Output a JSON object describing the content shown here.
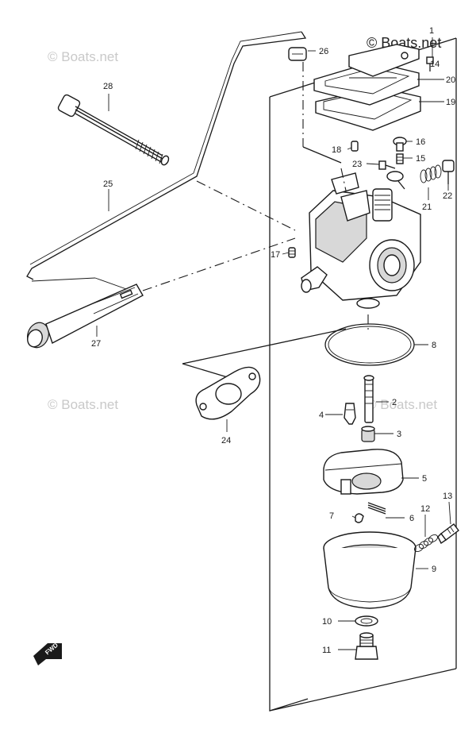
{
  "watermarks": {
    "top_right": "© Boats.net",
    "top_left": "© Boats.net",
    "mid_left": "© Boats.net",
    "mid_right": "© Boats.net"
  },
  "fwd_label": "FWD",
  "callouts": {
    "c1": "1",
    "c2": "2",
    "c3": "3",
    "c4": "4",
    "c5": "5",
    "c6": "6",
    "c7": "7",
    "c8": "8",
    "c9": "9",
    "c10": "10",
    "c11": "11",
    "c12": "12",
    "c13": "13",
    "c14": "14",
    "c15": "15",
    "c16": "16",
    "c17": "17",
    "c18": "18",
    "c19": "19",
    "c20": "20",
    "c21": "21",
    "c22": "22",
    "c23": "23",
    "c24": "24",
    "c25": "25",
    "c26": "26",
    "c27": "27",
    "c28": "28"
  }
}
